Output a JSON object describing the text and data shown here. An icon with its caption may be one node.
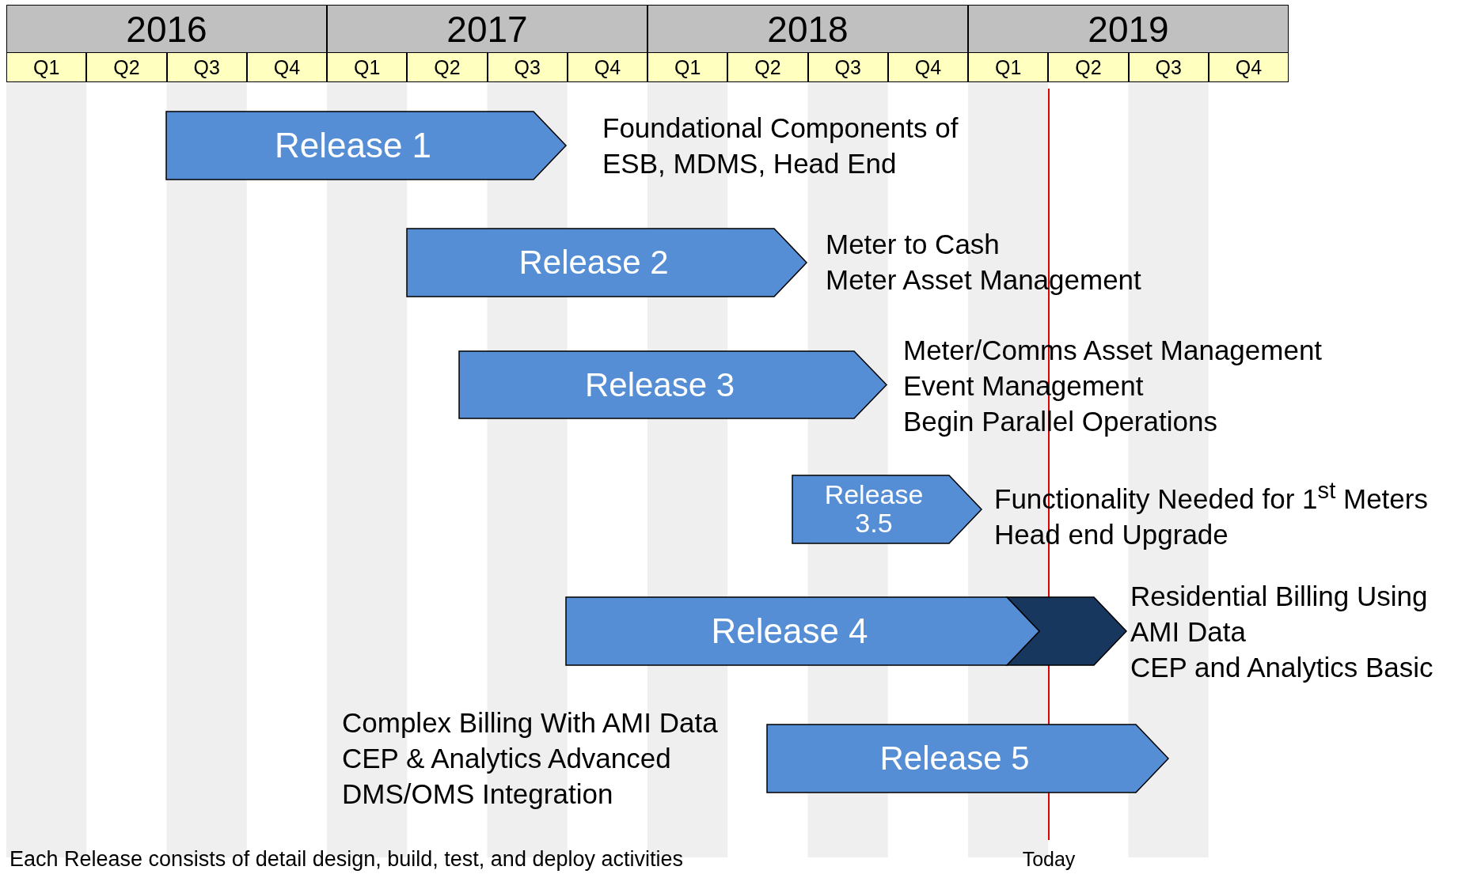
{
  "diagram": {
    "nodes": [
      {
        "text": [
          "Release 1"
        ],
        "beside": [
          "Foundational Components of ESB, MDMS, Head End"
        ]
      },
      {
        "text": [
          "Release 2"
        ],
        "beside": [
          "Meter to Cash",
          "Meter Asset Management"
        ]
      },
      {
        "text": [
          "Release 3"
        ],
        "beside": [
          "Meter/Comms Asset Management",
          "Event Management",
          "Begin Parallel Operations"
        ]
      },
      {
        "text": [
          "Release 3.5"
        ],
        "beside": [
          "Functionality Needed for 1$^{st}$ Meters",
          "Head end Upgrade"
        ]
      },
      {
        "text": [
          "Release 4"
        ],
        "beside": [
          "Residential Billing Using AMI Data",
          "CEP and Analytics Basic"
        ]
      },
      {
        "text": [],
        "shape": "chevron"
      },
      {
        "text": [
          "Release 5"
        ],
        "beside": [
          "Complex Billing With AMI Data",
          "CEP & Analytics Advanced",
          "DMS/OMS Integration"
        ]
      }
    ],
    "labels": [
      "2016",
      "2017",
      "2018",
      "2019",
      "Q1",
      "Q2",
      "Q3",
      "Q4",
      "Q1",
      "Q2",
      "Q3",
      "Q4",
      "Q1",
      "Q2",
      "Q3",
      "Q4",
      "Q1",
      "Q2",
      "Q3",
      "Q4",
      "Each Release consists of detail design, build, test, and deploy activities",
      "Today"
    ]
  }
}
